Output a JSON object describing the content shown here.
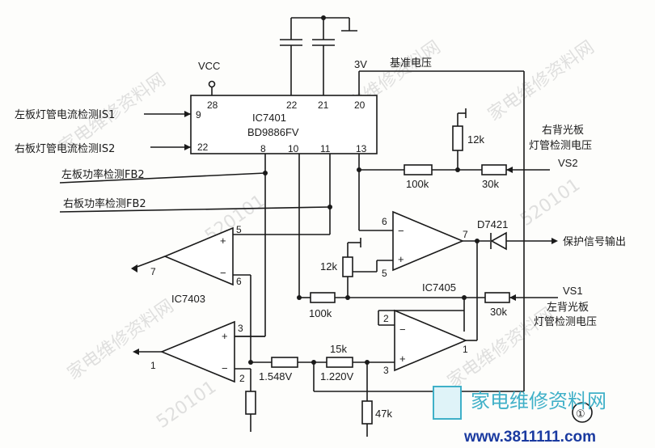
{
  "ic_main": {
    "name": "IC7401",
    "part": "BD9886FV"
  },
  "vcc_label": "VCC",
  "ref_label": "基准电压",
  "ref_voltage": "3V",
  "pins": {
    "p28": "28",
    "p22a": "22",
    "p21": "21",
    "p20": "20",
    "p9": "9",
    "p22b": "22",
    "p8": "8",
    "p10": "10",
    "p11": "11",
    "p13": "13"
  },
  "inputs": {
    "is1": "左板灯管电流检测IS1",
    "is2": "右板灯管电流检测IS2",
    "fb2a": "左板功率检测FB2",
    "fb2b": "右板功率检测FB2"
  },
  "right_panel": {
    "line1": "右背光板",
    "line2": "灯管检测电压",
    "signal": "VS2"
  },
  "left_panel": {
    "line1": "左背光板",
    "line2": "灯管检测电压",
    "signal": "VS1"
  },
  "resistors": {
    "r12k_top": "12k",
    "r100k_top": "100k",
    "r30k_top": "30k",
    "r12k_mid": "12k",
    "r100k_mid": "100k",
    "r30k_mid": "30k",
    "r15k": "15k",
    "r47k": "47k"
  },
  "opamps": {
    "ic7405": "IC7405",
    "ic7403": "IC7403",
    "p6": "6",
    "p7": "7",
    "p5": "5",
    "p7403_5": "5",
    "p7403_6": "6",
    "p7403_7": "7",
    "p2": "2",
    "p1": "1",
    "p3": "3",
    "lo_3": "3",
    "lo_2": "2",
    "lo_1": "1"
  },
  "diode": "D7421",
  "output_label": "保护信号输出",
  "voltages": {
    "v1": "1.548V",
    "v2": "1.220V"
  },
  "figure_number": "①",
  "watermark": "家电维修资料网",
  "watermark_num": "520101",
  "brand_text": "家电维修资料网",
  "url_text": "www.3811111.com"
}
